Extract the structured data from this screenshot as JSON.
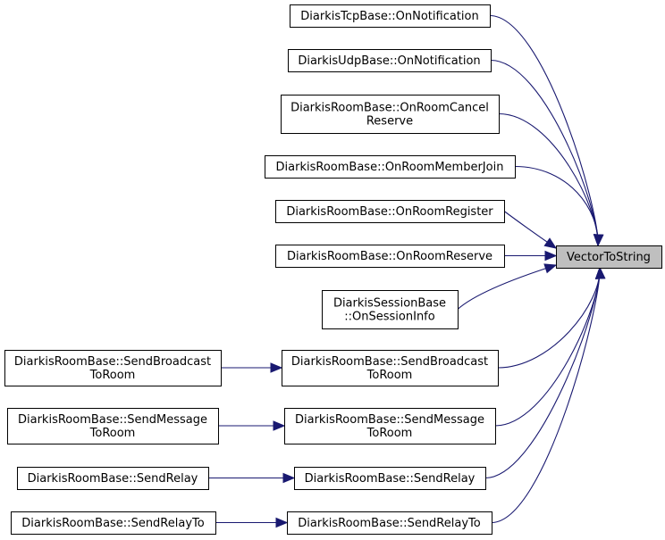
{
  "graph": {
    "title": "",
    "target": "VectorToString",
    "nodes": {
      "target": {
        "lines": [
          "VectorToString"
        ]
      },
      "tcp_on_notification": {
        "lines": [
          "DiarkisTcpBase::OnNotification"
        ]
      },
      "udp_on_notification": {
        "lines": [
          "DiarkisUdpBase::OnNotification"
        ]
      },
      "room_cancel_reserve": {
        "lines": [
          "DiarkisRoomBase::OnRoomCancel",
          "Reserve"
        ]
      },
      "room_member_join": {
        "lines": [
          "DiarkisRoomBase::OnRoomMemberJoin"
        ]
      },
      "room_register": {
        "lines": [
          "DiarkisRoomBase::OnRoomRegister"
        ]
      },
      "room_reserve": {
        "lines": [
          "DiarkisRoomBase::OnRoomReserve"
        ]
      },
      "session_info": {
        "lines": [
          "DiarkisSessionBase",
          "::OnSessionInfo"
        ]
      },
      "send_broadcast": {
        "lines": [
          "DiarkisRoomBase::SendBroadcast",
          "ToRoom"
        ]
      },
      "send_message": {
        "lines": [
          "DiarkisRoomBase::SendMessage",
          "ToRoom"
        ]
      },
      "send_relay": {
        "lines": [
          "DiarkisRoomBase::SendRelay"
        ]
      },
      "send_relay_to": {
        "lines": [
          "DiarkisRoomBase::SendRelayTo"
        ]
      },
      "send_broadcast_overload": {
        "lines": [
          "DiarkisRoomBase::SendBroadcast",
          "ToRoom"
        ]
      },
      "send_message_overload": {
        "lines": [
          "DiarkisRoomBase::SendMessage",
          "ToRoom"
        ]
      },
      "send_relay_overload": {
        "lines": [
          "DiarkisRoomBase::SendRelay"
        ]
      },
      "send_relay_to_overload": {
        "lines": [
          "DiarkisRoomBase::SendRelayTo"
        ]
      }
    },
    "edges": [
      {
        "from": "tcp_on_notification",
        "to": "target"
      },
      {
        "from": "udp_on_notification",
        "to": "target"
      },
      {
        "from": "room_cancel_reserve",
        "to": "target"
      },
      {
        "from": "room_member_join",
        "to": "target"
      },
      {
        "from": "room_register",
        "to": "target"
      },
      {
        "from": "room_reserve",
        "to": "target"
      },
      {
        "from": "session_info",
        "to": "target"
      },
      {
        "from": "send_broadcast",
        "to": "target"
      },
      {
        "from": "send_message",
        "to": "target"
      },
      {
        "from": "send_relay",
        "to": "target"
      },
      {
        "from": "send_relay_to",
        "to": "target"
      },
      {
        "from": "send_broadcast_overload",
        "to": "send_broadcast"
      },
      {
        "from": "send_message_overload",
        "to": "send_message"
      },
      {
        "from": "send_relay_overload",
        "to": "send_relay"
      },
      {
        "from": "send_relay_to_overload",
        "to": "send_relay_to"
      }
    ]
  }
}
